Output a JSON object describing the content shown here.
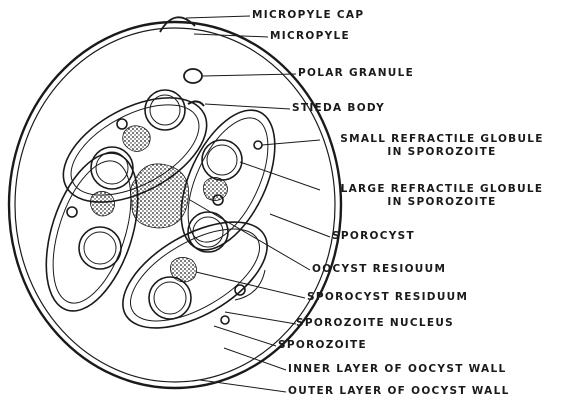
{
  "diagram": {
    "labels": {
      "micropyle_cap": "MICROPYLE CAP",
      "micropyle": "MICROPYLE",
      "polar_granule": "POLAR GRANULE",
      "stieda_body": "STIEDA BODY",
      "small_refractile_globule": "SMALL REFRACTILE GLOBULE",
      "small_refractile_globule_2": "IN SPOROZOITE",
      "large_refractile_globule": "LARGE REFRACTILE GLOBULE",
      "large_refractile_globule_2": "IN SPOROZOITE",
      "sporocyst": "SPOROCYST",
      "oocyst_residuum": "OOCYST RESIOUUM",
      "sporocyst_residuum": "SPOROCYST RESIDUUM",
      "sporozoite_nucleus": "SPOROZOITE NUCLEUS",
      "sporozoite": "SPOROZOITE",
      "inner_layer": "INNER LAYER OF OOCYST WALL",
      "outer_layer": "OUTER LAYER OF OOCYST WALL"
    },
    "colors": {
      "ink": "#1a1a1a",
      "background": "#ffffff"
    }
  }
}
